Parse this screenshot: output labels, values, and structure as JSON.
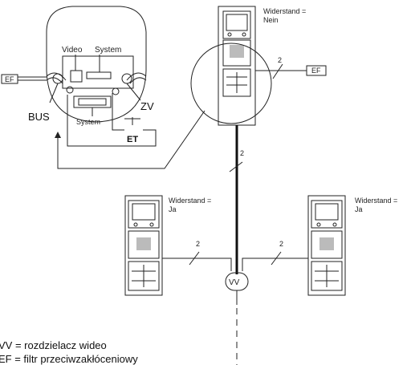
{
  "panels": {
    "top": {
      "resistance_line1": "Widerstand =",
      "resistance_line2": "Nein"
    },
    "left": {
      "resistance_line1": "Widerstand =",
      "resistance_line2": "Ja"
    },
    "right": {
      "resistance_line1": "Widerstand =",
      "resistance_line2": "Ja"
    }
  },
  "module": {
    "video": "Video",
    "system_top": "System",
    "system_bottom": "System",
    "bus": "BUS",
    "zv": "ZV",
    "et": "ET",
    "ef_left": "EF"
  },
  "wiring": {
    "ef_right": "EF",
    "wires_top": "2",
    "wires_riser": "2",
    "wires_left": "2",
    "wires_right": "2",
    "vv": "VV"
  },
  "legend": {
    "line1": "VV = rozdzielacz wideo",
    "line2": "EF = filtr przeciwzakłóceniowy"
  }
}
